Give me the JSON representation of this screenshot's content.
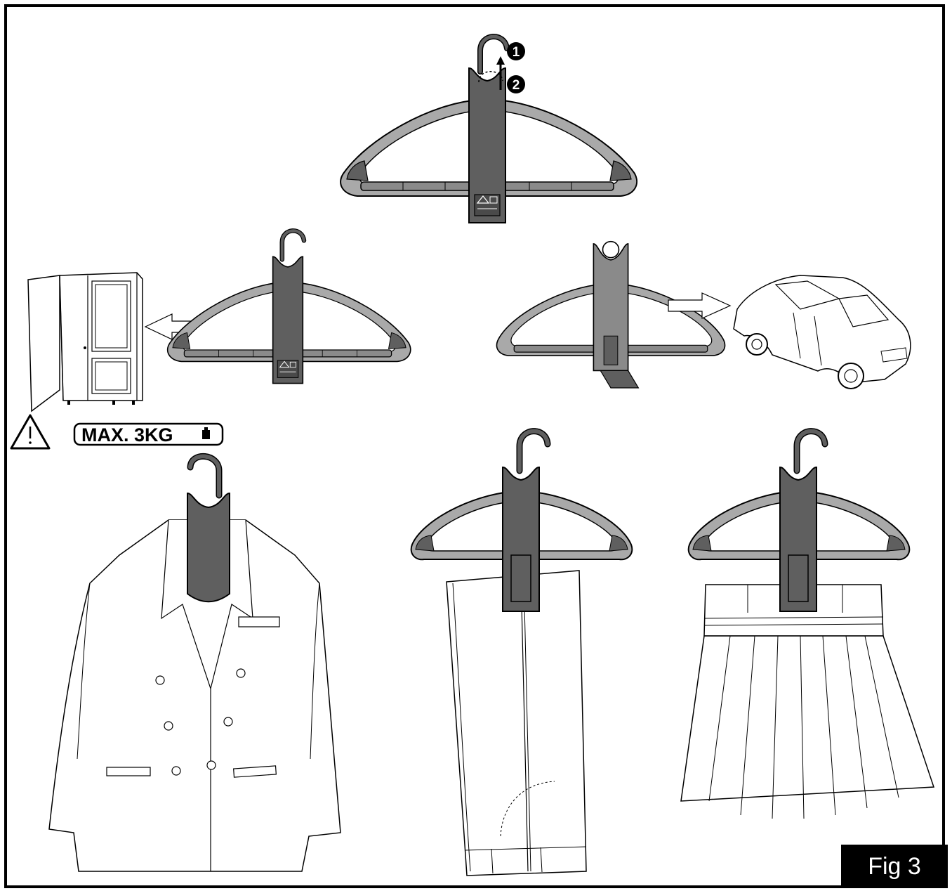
{
  "figure": {
    "label": "Fig 3"
  },
  "steps": [
    {
      "number": "1"
    },
    {
      "number": "2"
    }
  ],
  "warning": {
    "text": "MAX. 3KG"
  },
  "colors": {
    "hanger_dark": "#5f5f5f",
    "hanger_light": "#a9a9a9",
    "outline": "#000000",
    "background": "#ffffff"
  },
  "icons": [
    "warning-triangle-icon",
    "weight-icon",
    "arrow-left-icon",
    "arrow-right-icon",
    "rotate-arrow-icon"
  ]
}
